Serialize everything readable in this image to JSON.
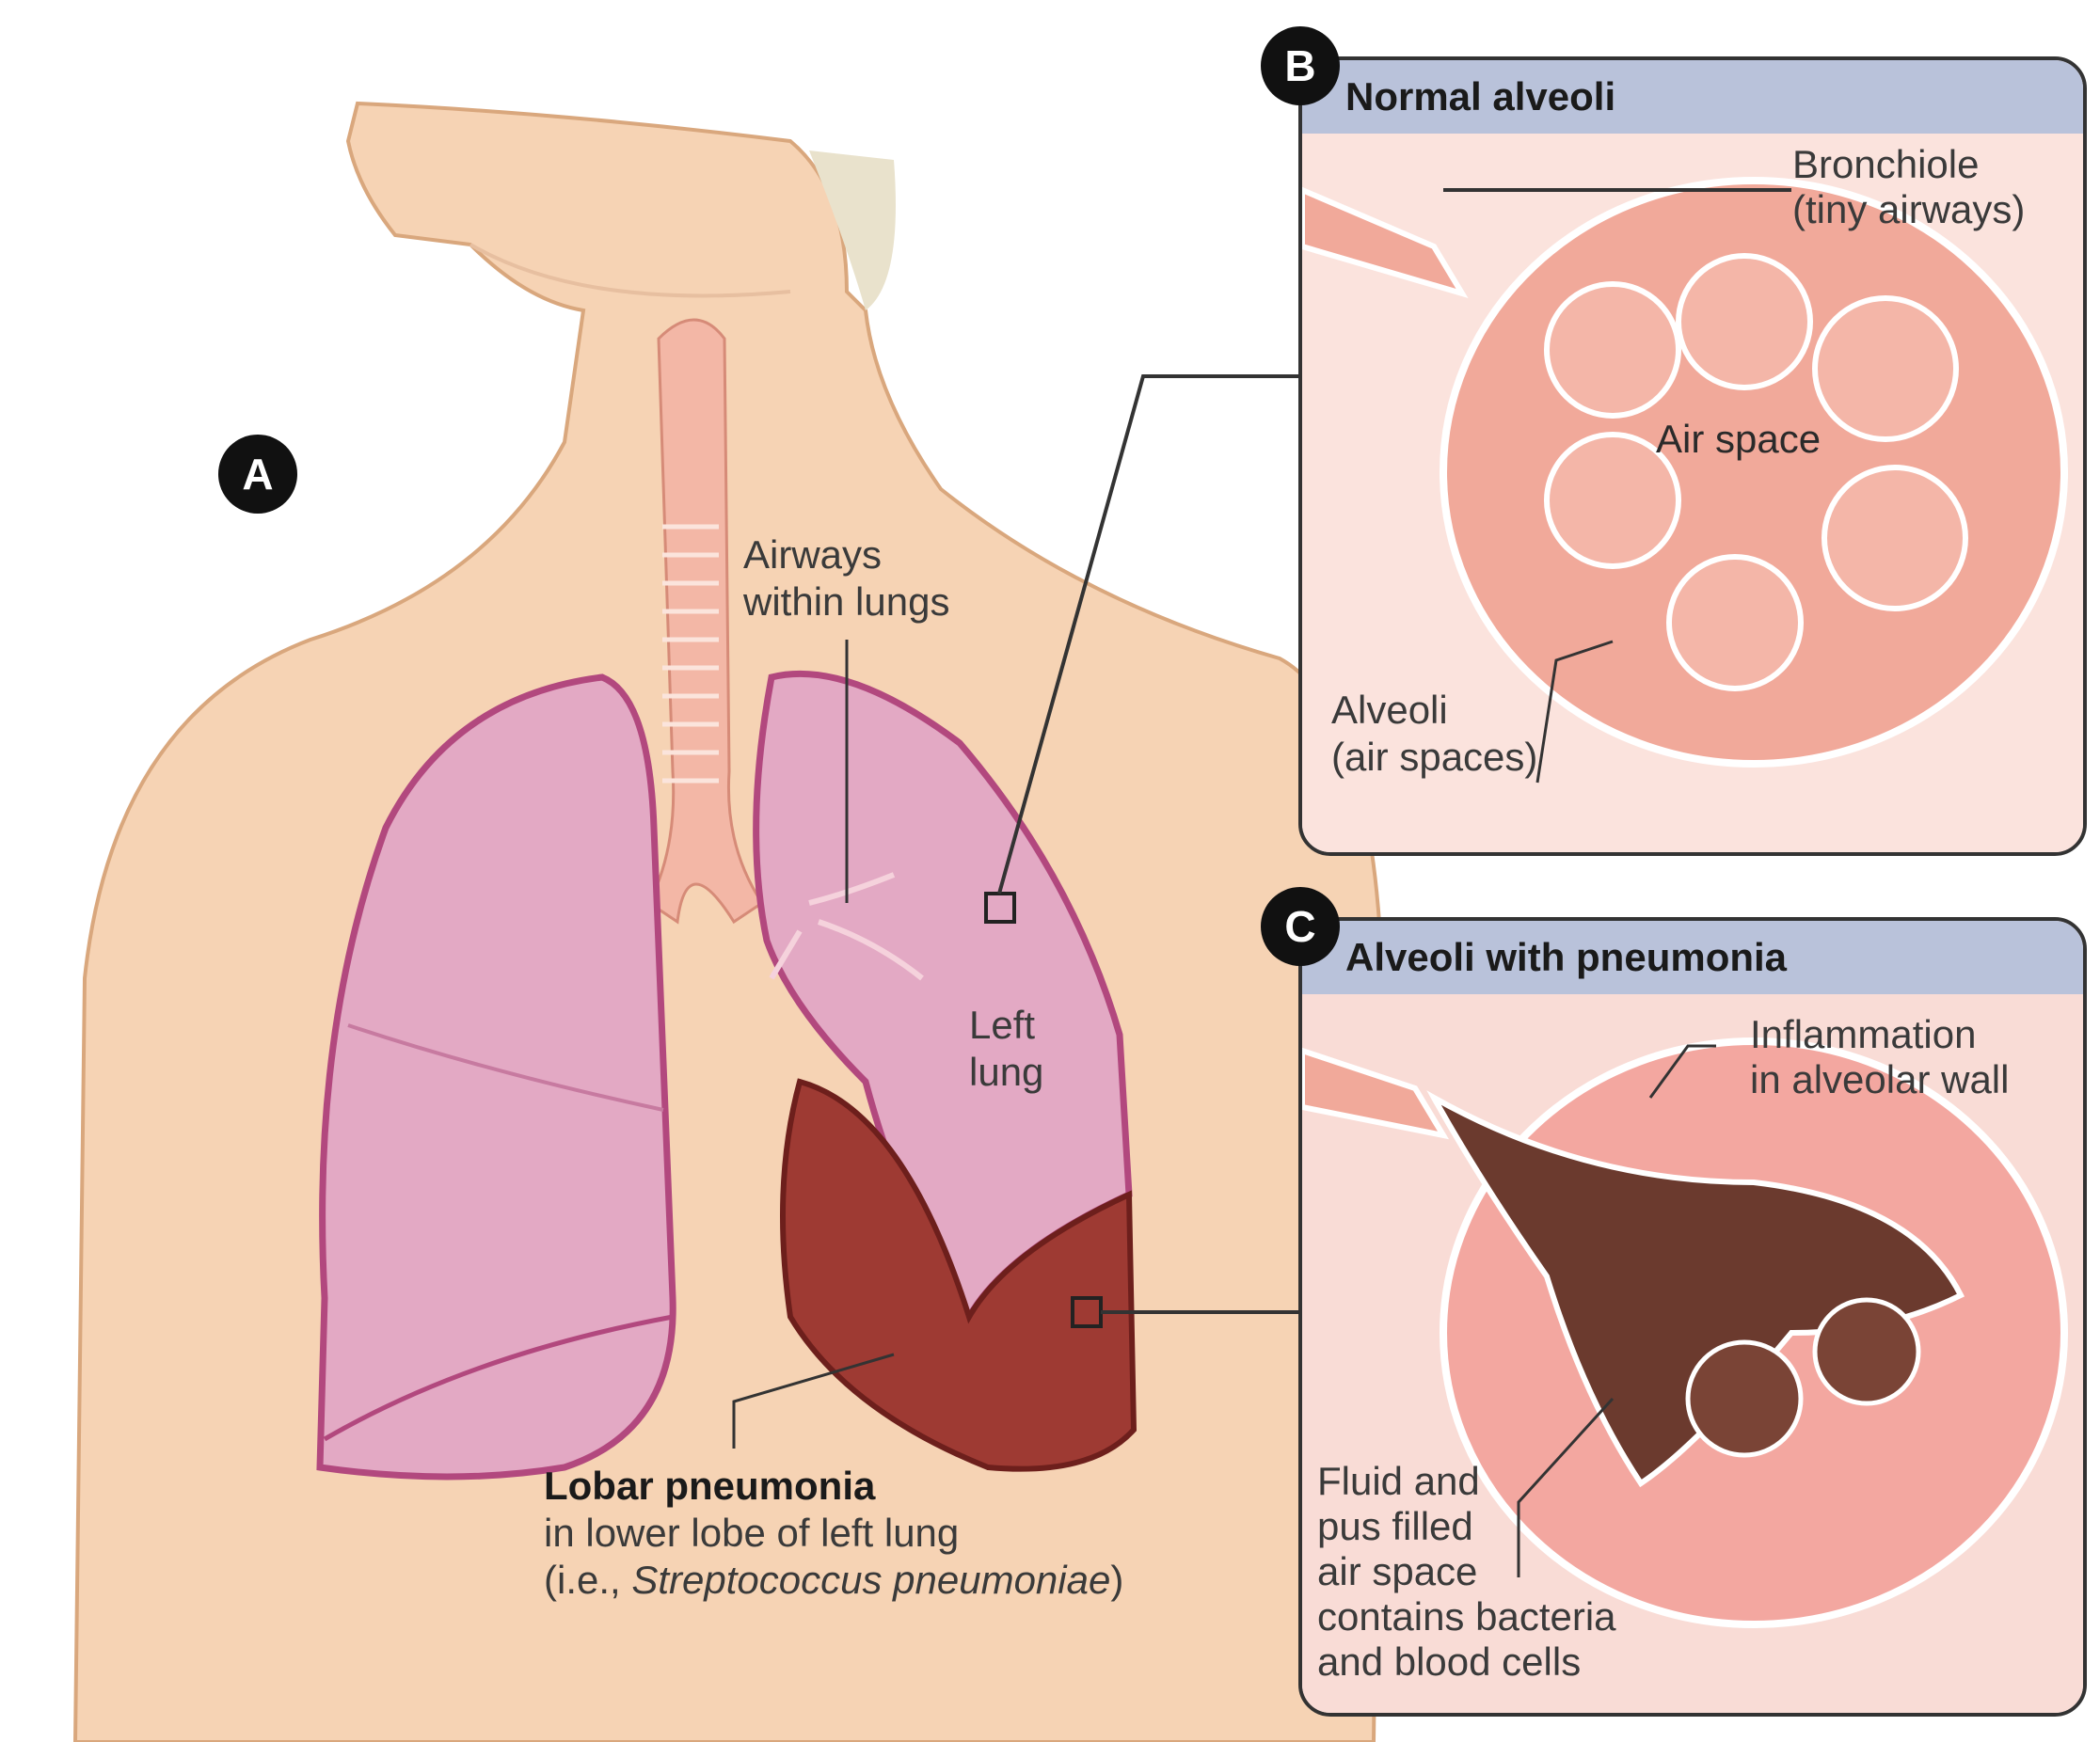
{
  "panel_a": {
    "badge": "A",
    "airways_line1": "Airways",
    "airways_line2": "within lungs",
    "left_lung_line1": "Left",
    "left_lung_line2": "lung",
    "caption_title": "Lobar pneumonia",
    "caption_line2": "in lower lobe of left lung",
    "caption_line3_prefix": "(i.e., ",
    "caption_line3_italic": "Streptococcus pneumoniae",
    "caption_line3_suffix": ")"
  },
  "panel_b": {
    "badge": "B",
    "header": "Normal alveoli",
    "bronchiole_line1": "Bronchiole",
    "bronchiole_line2": "(tiny airways)",
    "air_space": "Air space",
    "alveoli_line1": "Alveoli",
    "alveoli_line2": "(air spaces)"
  },
  "panel_c": {
    "badge": "C",
    "header": "Alveoli with pneumonia",
    "inflammation_line1": "Inflammation",
    "inflammation_line2": "in alveolar wall",
    "fluid_line1": "Fluid and",
    "fluid_line2": "pus filled",
    "fluid_line3": "air space",
    "fluid_line4": "contains bacteria",
    "fluid_line5": "and blood cells"
  },
  "colors": {
    "skin": "#f6d3b4",
    "lung": "#e3a9c4",
    "lung_outline": "#b2487e",
    "infected_lobe": "#9e3a33",
    "panel_header": "#b9c2da",
    "alveoli": "#f1a99a",
    "fluid": "#6b3a2e"
  }
}
